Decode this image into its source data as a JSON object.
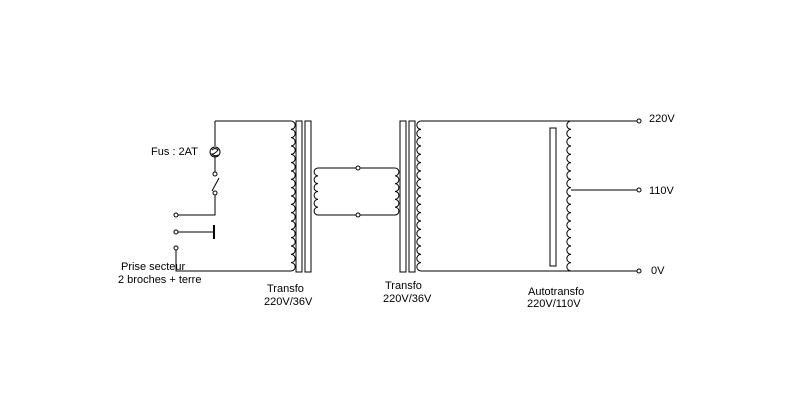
{
  "diagram": {
    "fuse_label": "Fus : 2AT",
    "plug_label_line1": "Prise secteur",
    "plug_label_line2": "2 broches + terre",
    "transfo1_name": "Transfo",
    "transfo1_rating": "220V/36V",
    "transfo2_name": "Transfo",
    "transfo2_rating": "220V/36V",
    "autotransfo_name": "Autotransfo",
    "autotransfo_rating": "220V/110V",
    "out_220": "220V",
    "out_110": "110V",
    "out_0": "0V"
  }
}
